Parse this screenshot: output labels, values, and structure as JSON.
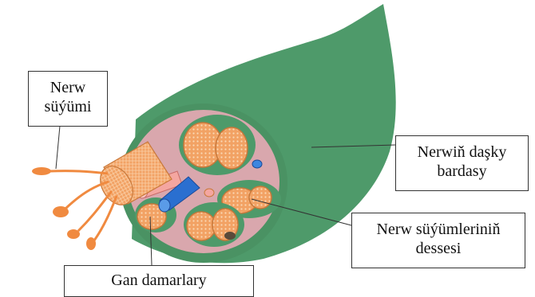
{
  "labels": {
    "fiber": {
      "line1": "Nerw",
      "line2": "süýümi"
    },
    "sheath": {
      "line1": "Nerwiň daşky",
      "line2": "bardasy"
    },
    "bundle": {
      "line1": "Nerw süýümleriniň",
      "line2": "dessesi"
    },
    "vessels": {
      "line1": "Gan damarlary"
    }
  },
  "colors": {
    "sheath": "#4e9a6a",
    "sheath_dark": "#3f8a5a",
    "cross_section": "#d9a7ad",
    "bundle_fill": "#f0a060",
    "bundle_stroke": "#c8783a",
    "artery_pink": "#f4a6a0",
    "vein_blue": "#2a6fd0"
  }
}
